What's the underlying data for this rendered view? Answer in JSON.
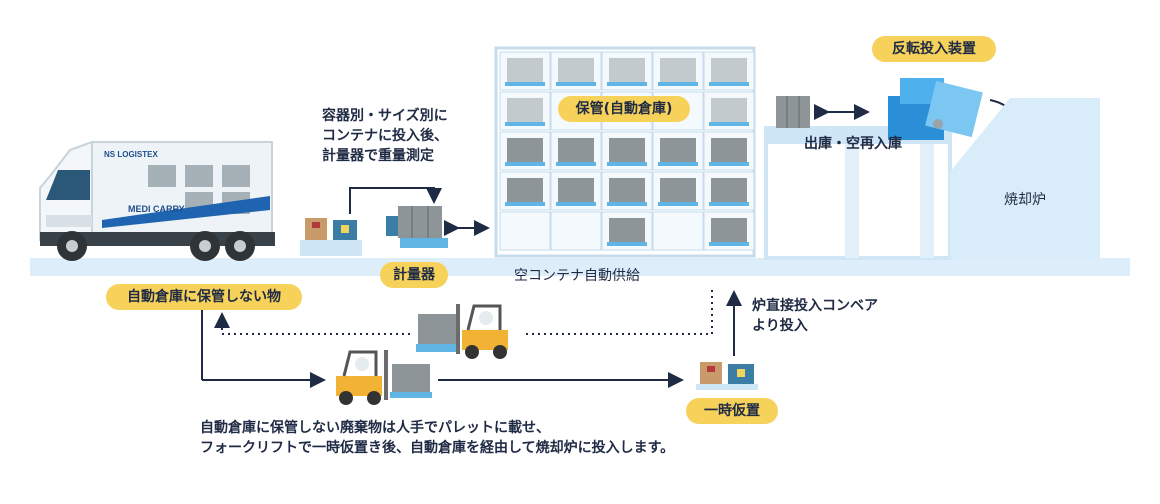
{
  "labels": {
    "reversal_device": "反転投入装置",
    "storage": "保管(自動倉庫)",
    "container_note_1": "容器別・サイズ別に",
    "container_note_2": "コンテナに投入後、",
    "container_note_3": "計量器で重量測定",
    "outbound": "出庫・空再入庫",
    "incinerator": "焼却炉",
    "scale": "計量器",
    "empty_supply": "空コンテナ自動供給",
    "not_stored": "自動倉庫に保管しない物",
    "conveyor_1": "炉直接投入コンベア",
    "conveyor_2": "より投入",
    "temporary": "一時仮置",
    "desc_1": "自動倉庫に保管しない廃棄物は人手でパレットに載せ、",
    "desc_2": "フォークリフトで一時仮置き後、自動倉庫を経由して焼却炉に投入します。"
  },
  "truck": {
    "brand": "NS LOGISTEX",
    "product": "MEDI CARRY"
  },
  "colors": {
    "accent_yellow": "#f7d25a",
    "floor_blue": "#ddeefa",
    "structure_blue": "#cfe6f7",
    "container_gray": "#8d9599",
    "pallet_blue": "#5fb6e4",
    "text_navy": "#1f2a44"
  }
}
